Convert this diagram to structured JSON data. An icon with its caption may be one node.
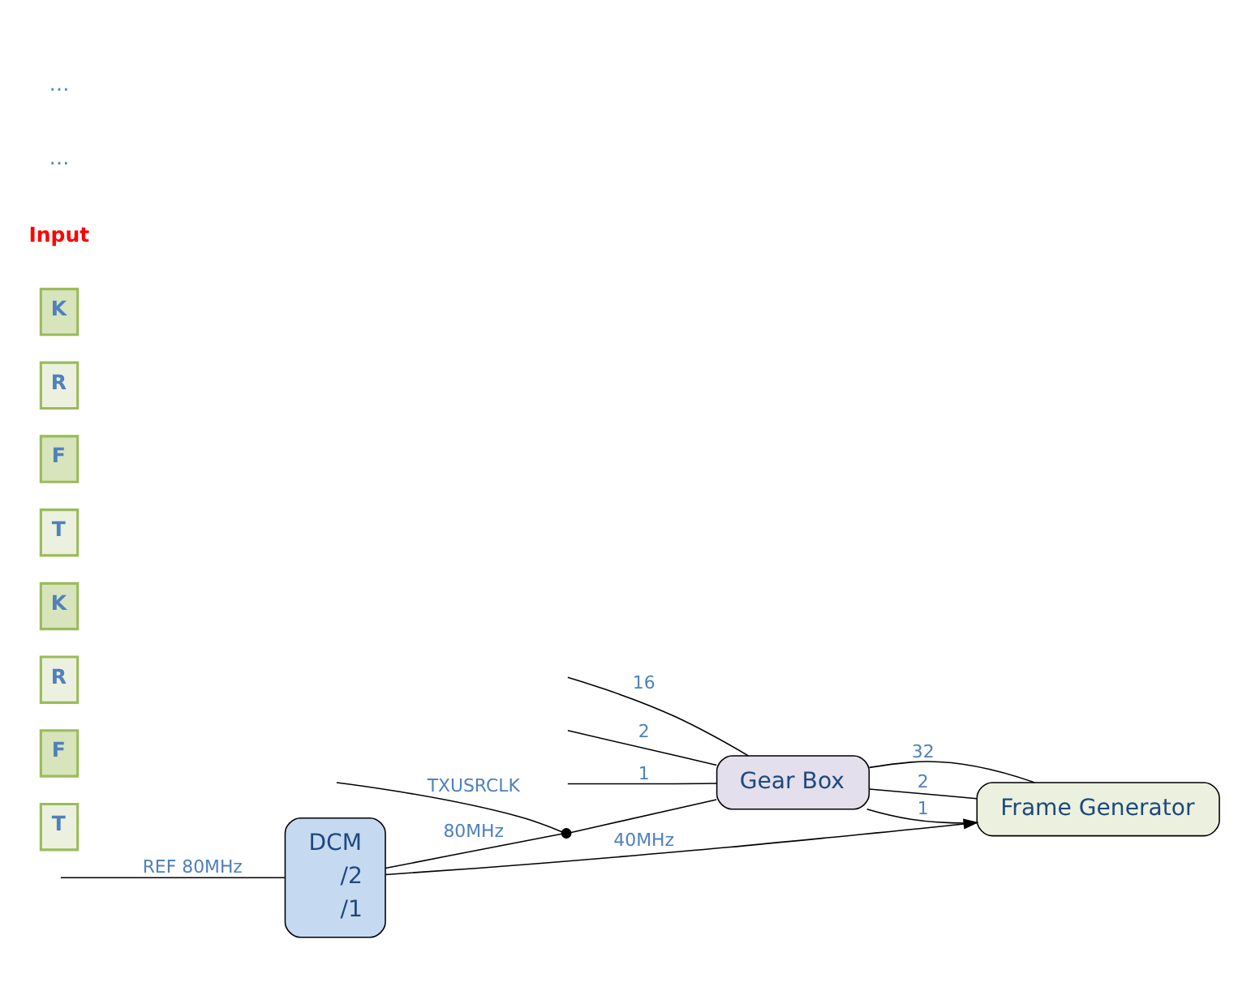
{
  "diagram": {
    "nodes": [
      {
        "text": [
          "DCM",
          "/2",
          "/1"
        ]
      },
      {
        "text": [],
        "shape": "circle"
      },
      {
        "text": [
          "Gear Box"
        ]
      },
      {
        "text": [
          "Frame Generator"
        ]
      },
      {
        "text": [
          "T"
        ]
      },
      {
        "text": [
          "F"
        ]
      },
      {
        "text": [
          "R"
        ]
      },
      {
        "text": [
          "K"
        ]
      },
      {
        "text": [
          "T"
        ]
      },
      {
        "text": [
          "F"
        ]
      },
      {
        "text": [
          "R"
        ]
      },
      {
        "text": [
          "K"
        ]
      }
    ],
    "edges": [
      {
        "from": null,
        "to": 0,
        "arrow": "none",
        "label": "REF 80MHz"
      },
      {
        "from": 0,
        "to": 3,
        "arrow": "to",
        "label": "40MHz"
      },
      {
        "from": 0,
        "to": 1,
        "arrow": "none",
        "label": "80MHz"
      },
      {
        "from": null,
        "to": 1,
        "arrow": "none",
        "label": "TXUSRCLK"
      },
      {
        "from": 1,
        "to": 2,
        "arrow": "none"
      },
      {
        "from": null,
        "to": 2,
        "arrow": "none",
        "label": "16"
      },
      {
        "from": null,
        "to": 2,
        "arrow": "none",
        "label": "2"
      },
      {
        "from": null,
        "to": 2,
        "arrow": "none",
        "label": "1"
      },
      {
        "from": 2,
        "to": 3,
        "arrow": "none",
        "label": "32"
      },
      {
        "from": 2,
        "to": 3,
        "arrow": "none",
        "label": "2"
      },
      {
        "from": 2,
        "to": 3,
        "arrow": "none",
        "label": "1"
      }
    ],
    "labels": [
      "Input",
      "⋯",
      "⋯"
    ]
  }
}
